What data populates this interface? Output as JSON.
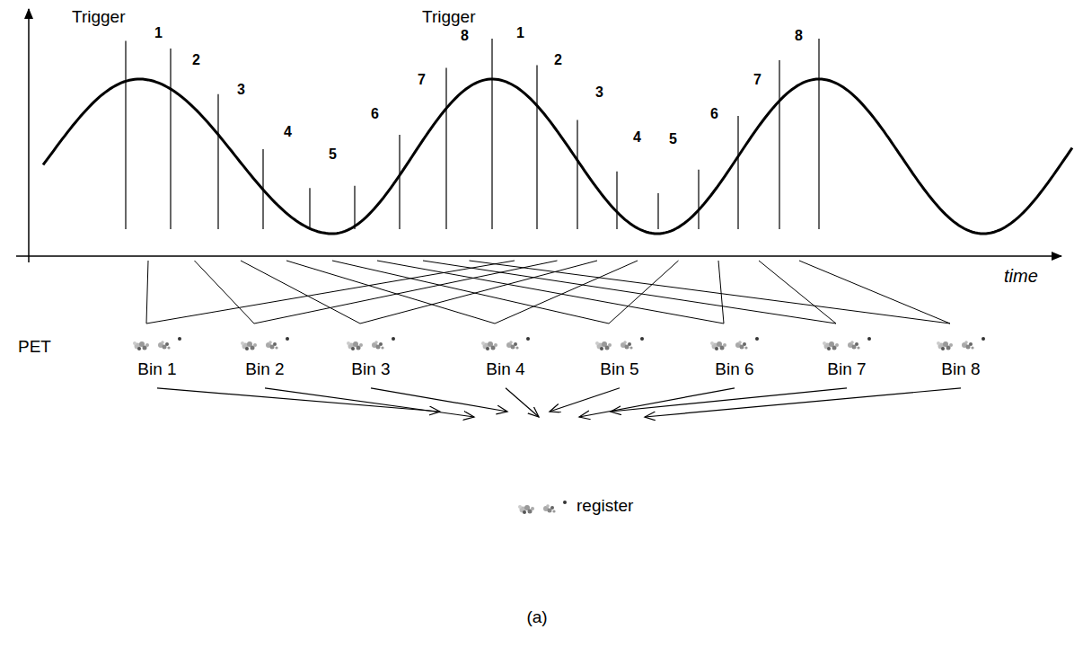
{
  "diagram": {
    "caption": "(a)",
    "nodes": [
      {
        "text": [
          "Bin 1"
        ]
      },
      {
        "text": [
          "Bin 2"
        ]
      },
      {
        "text": [
          "Bin 3"
        ]
      },
      {
        "text": [
          "Bin 4"
        ]
      },
      {
        "text": [
          "Bin 5"
        ]
      },
      {
        "text": [
          "Bin 6"
        ]
      },
      {
        "text": [
          "Bin 7"
        ]
      },
      {
        "text": [
          "Bin 8"
        ]
      },
      {
        "text": [
          "register"
        ]
      }
    ],
    "edges": [
      {
        "from": 0,
        "to": 8,
        "arrow": "to"
      },
      {
        "from": 1,
        "to": 8,
        "arrow": "to"
      },
      {
        "from": 2,
        "to": 8,
        "arrow": "to"
      },
      {
        "from": 3,
        "to": 8,
        "arrow": "to"
      },
      {
        "from": 4,
        "to": 8,
        "arrow": "to"
      },
      {
        "from": 5,
        "to": 8,
        "arrow": "to"
      },
      {
        "from": 6,
        "to": 8,
        "arrow": "to"
      },
      {
        "from": 7,
        "to": 8,
        "arrow": "to"
      }
    ],
    "labels": [
      "Trigger",
      "1",
      "2",
      "3",
      "4",
      "5",
      "6",
      "7",
      "8",
      "Trigger",
      "1",
      "2",
      "3",
      "4",
      "5",
      "6",
      "7",
      "8",
      "time",
      "PET"
    ]
  }
}
